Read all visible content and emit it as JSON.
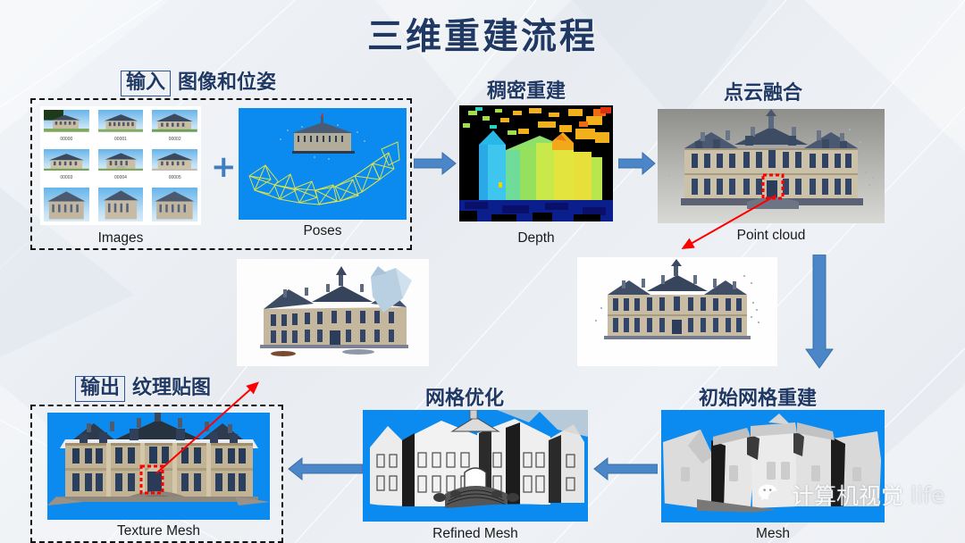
{
  "slide": {
    "title": "三维重建流程",
    "background_color": "#eef1f5",
    "accent_color": "#4a86c8",
    "title_color": "#1f3864",
    "highlight_color": "#ff0000"
  },
  "sections": {
    "input": {
      "badge": "输入",
      "label": "图像和位姿"
    },
    "dense": {
      "heading": "稠密重建"
    },
    "fusion": {
      "heading": "点云融合"
    },
    "mesh_init": {
      "heading": "初始网格重建"
    },
    "mesh_refine": {
      "heading": "网格优化"
    },
    "output": {
      "badge": "输出",
      "label": "纹理贴图"
    }
  },
  "panels": {
    "images": {
      "caption": "Images",
      "thumb_labels": [
        "00000",
        "00001",
        "00002",
        "00003",
        "00004",
        "00005",
        "",
        "",
        ""
      ]
    },
    "poses": {
      "caption": "Poses"
    },
    "depth": {
      "caption": "Depth"
    },
    "point_cloud": {
      "caption": "Point cloud"
    },
    "mesh": {
      "caption": "Mesh"
    },
    "refined_mesh": {
      "caption": "Refined Mesh"
    },
    "texture_mesh": {
      "caption": "Texture Mesh"
    },
    "intermediate_angled": {
      "caption": ""
    },
    "intermediate_front": {
      "caption": ""
    }
  },
  "symbols": {
    "plus": "+"
  },
  "watermark": {
    "icon": "wechat-icon",
    "text": "计算机视觉",
    "suffix": "life"
  }
}
